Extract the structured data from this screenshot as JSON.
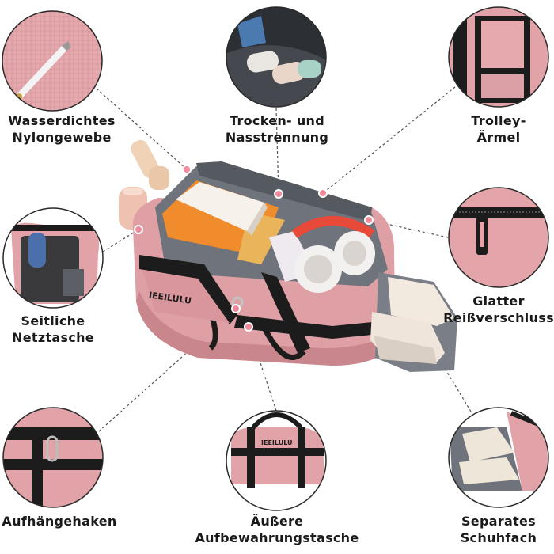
{
  "colors": {
    "bag_pink": "#e2a3a8",
    "bag_pink_dark": "#c98a90",
    "strap_black": "#1c1c1c",
    "lining_gray": "#7b7f86",
    "accent_orange": "#f08a2a",
    "headphone_red": "#e84a3a",
    "marker_pink": "#e8798a"
  },
  "features": [
    {
      "id": "waterproof-nylon",
      "lines": [
        "Wasserdichtes",
        "Nylongewebe"
      ]
    },
    {
      "id": "wet-dry-separation",
      "lines": [
        "Trocken- und",
        "Nasstrennung"
      ]
    },
    {
      "id": "trolley-sleeve",
      "lines": [
        "Trolley-",
        "Ärmel"
      ]
    },
    {
      "id": "side-mesh-pocket",
      "lines": [
        "Seitliche",
        "Netztasche"
      ]
    },
    {
      "id": "smooth-zipper",
      "lines": [
        "Glatter",
        "Reißverschluss"
      ]
    },
    {
      "id": "hanging-hook",
      "lines": [
        "Aufhängehaken"
      ]
    },
    {
      "id": "outer-storage-pocket",
      "lines": [
        "Äußere",
        "Aufbewahrungstasche"
      ]
    },
    {
      "id": "separate-shoe-compartment",
      "lines": [
        "Separates",
        "Schuhfach"
      ]
    }
  ],
  "brand_text": "IEEILULU"
}
